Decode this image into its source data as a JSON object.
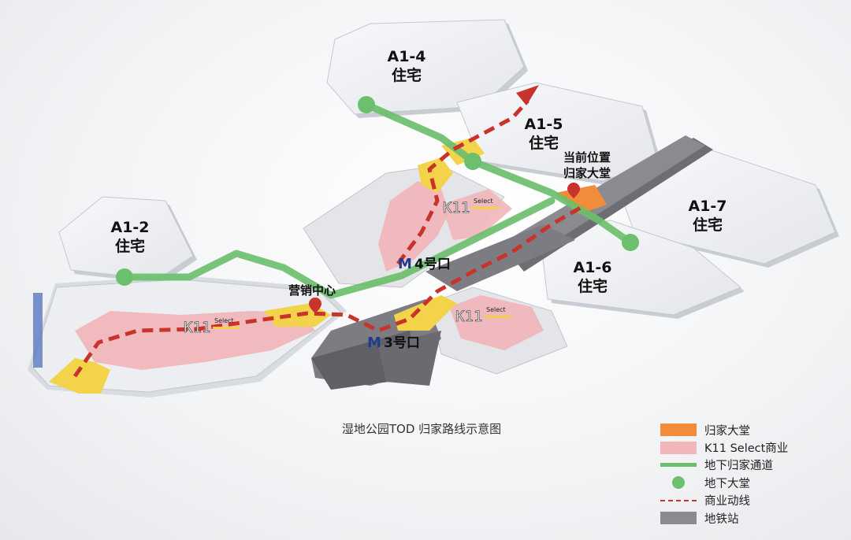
{
  "buildings": {
    "a1_4": {
      "code": "A1-4",
      "type": "住宅"
    },
    "a1_5": {
      "code": "A1-5",
      "type": "住宅"
    },
    "a1_2": {
      "code": "A1-2",
      "type": "住宅"
    },
    "a1_7": {
      "code": "A1-7",
      "type": "住宅"
    },
    "a1_6": {
      "code": "A1-6",
      "type": "住宅"
    }
  },
  "annotations": {
    "current_position_line1": "当前位置",
    "current_position_line2": "归家大堂",
    "sales_center": "营销中心"
  },
  "k11": {
    "brand": "K11",
    "sub": "Select"
  },
  "stations": {
    "exit4": "4号口",
    "exit3": "3号口",
    "metro_logo": "M"
  },
  "caption": "湿地公园TOD 归家路线示意图",
  "legend": [
    {
      "label": "归家大堂",
      "kind": "box",
      "color": "#f08c3a"
    },
    {
      "label": "K11 Select商业",
      "kind": "box",
      "color": "#f0b6ba"
    },
    {
      "label": "地下归家通道",
      "kind": "line",
      "color": "#6cbf6c"
    },
    {
      "label": "地下大堂",
      "kind": "dot",
      "color": "#6cbf6c"
    },
    {
      "label": "商业动线",
      "kind": "dash",
      "color": "#c8332c"
    },
    {
      "label": "地铁站",
      "kind": "box",
      "color": "#8a8a90"
    }
  ],
  "colors": {
    "lobby": "#f08c3a",
    "commercial": "#f0b6ba",
    "underground_path": "#6cbf6c",
    "commercial_route": "#c8332c",
    "metro": "#8a8a90",
    "highlight_yellow": "#f3d34a"
  }
}
